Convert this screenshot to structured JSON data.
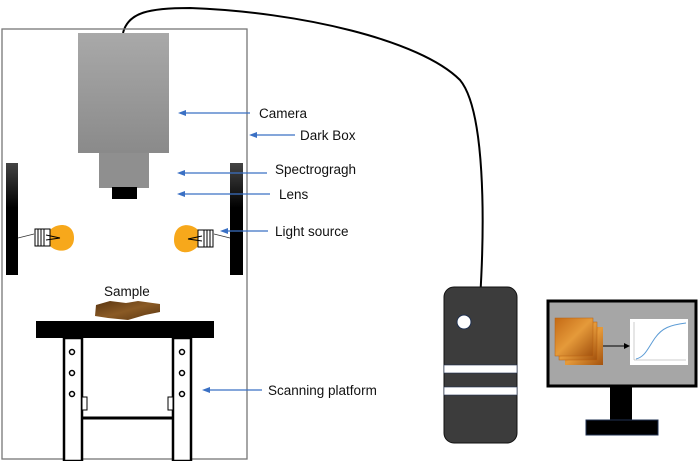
{
  "labels": {
    "camera": "Camera",
    "dark_box": "Dark Box",
    "spectrograph": "Spectrogragh",
    "lens": "Lens",
    "light_source": "Light source",
    "sample": "Sample",
    "scanning_platform": "Scanning platform"
  },
  "colors": {
    "arrow": "#3a70c4",
    "bulb": "#f7a81b",
    "computer": "#3c3c3c",
    "sample": "#7a4a1c",
    "monitor_screen": "#a6a6a6"
  }
}
